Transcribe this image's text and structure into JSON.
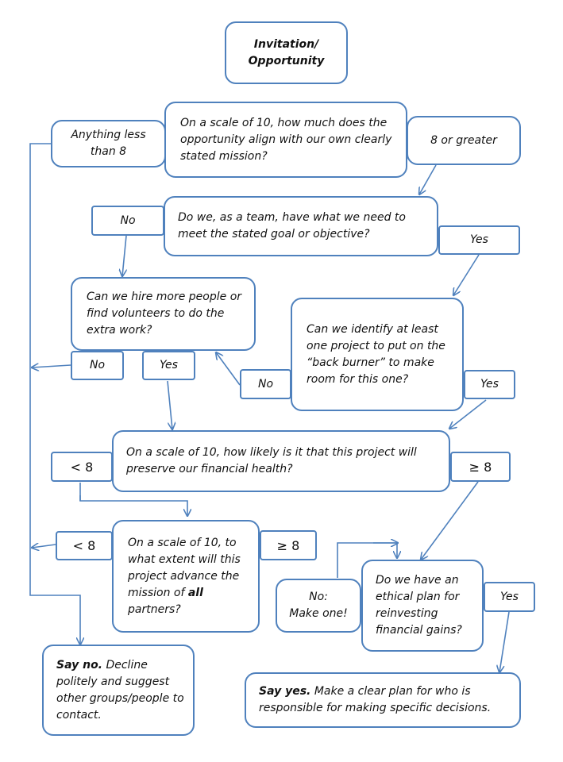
{
  "nodes": {
    "start": {
      "line1": "Invitation/",
      "line2": "Opportunity"
    },
    "q_align": {
      "text": "On a scale of 10, how much does the opportunity align with our own clearly stated mission?"
    },
    "q_align_low": {
      "text": "Anything less than 8"
    },
    "q_align_high": {
      "text": "8 or greater"
    },
    "q_team": {
      "text": "Do we, as a team, have what we need to meet the stated goal or objective?"
    },
    "q_team_no": {
      "text": "No"
    },
    "q_team_yes": {
      "text": "Yes"
    },
    "q_hire": {
      "text": "Can we hire more people or find volunteers to do the extra work?"
    },
    "q_hire_no": {
      "text": "No"
    },
    "q_hire_yes": {
      "text": "Yes"
    },
    "q_backburner": {
      "text": "Can we identify at least one project to put on the “back burner” to make room for this one?"
    },
    "q_backburner_no": {
      "text": "No"
    },
    "q_backburner_yes": {
      "text": "Yes"
    },
    "q_financial": {
      "text": "On a scale of 10, how likely is it that this project will preserve our financial health?"
    },
    "q_financial_low": {
      "text": "< 8"
    },
    "q_financial_high": {
      "text": "≥ 8"
    },
    "q_partners": {
      "pre": "On a scale of 10, to what extent will this project advance the mission of ",
      "bold": "all",
      "post": " partners?"
    },
    "q_partners_low": {
      "text": "< 8"
    },
    "q_partners_high": {
      "text": "≥ 8"
    },
    "q_ethical": {
      "text": "Do we have an ethical plan for reinvesting financial gains?"
    },
    "q_ethical_no": {
      "line1": "No:",
      "line2": "Make one!"
    },
    "q_ethical_yes": {
      "text": "Yes"
    },
    "say_no": {
      "bold": "Say no.",
      "text": " Decline politely and suggest other groups/people to contact."
    },
    "say_yes": {
      "bold": "Say yes.",
      "text": " Make a clear plan for who is responsible for making specific decisions."
    }
  },
  "colors": {
    "border": "#4f81bd",
    "line": "#4f81bd",
    "text": "#111111",
    "background": "#ffffff"
  }
}
